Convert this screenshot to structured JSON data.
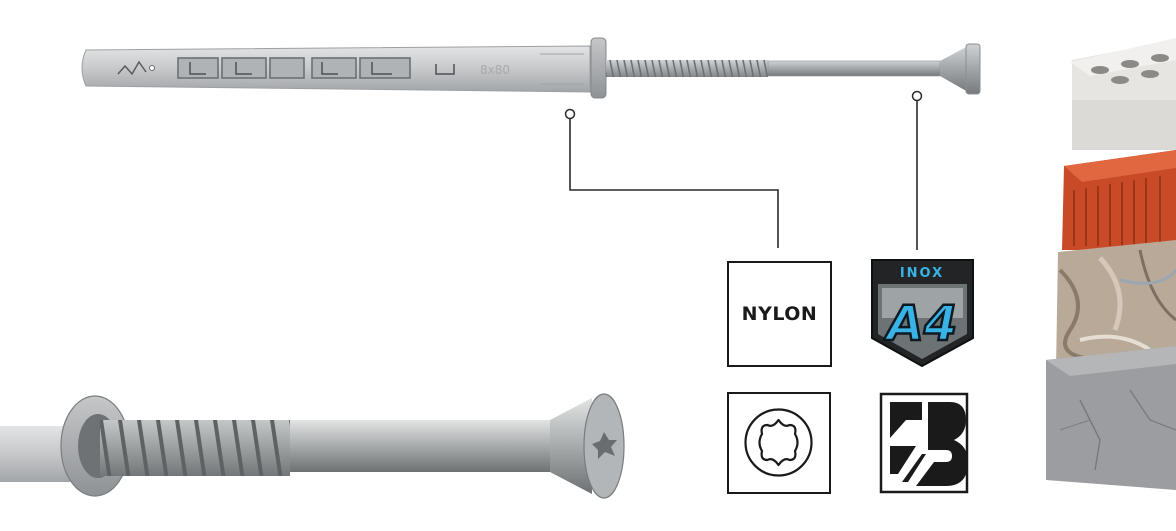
{
  "product": {
    "marking": "8x80"
  },
  "badges": {
    "material": "NYLON",
    "steel_top": "INOX",
    "steel_grade": "A4",
    "drive": "torx-icon",
    "brand": "brand-logo-icon"
  },
  "materials": [
    "aerated-concrete-block",
    "hollow-brick",
    "natural-stone",
    "concrete-block"
  ],
  "colors": {
    "connector_line": "#2a2a2a",
    "badge_border": "#1a1a1a",
    "inox_blue": "#39b3e6",
    "nylon_grey": "#c9cbcd",
    "steel": "#a9adb0",
    "brick": "#d4522c"
  }
}
